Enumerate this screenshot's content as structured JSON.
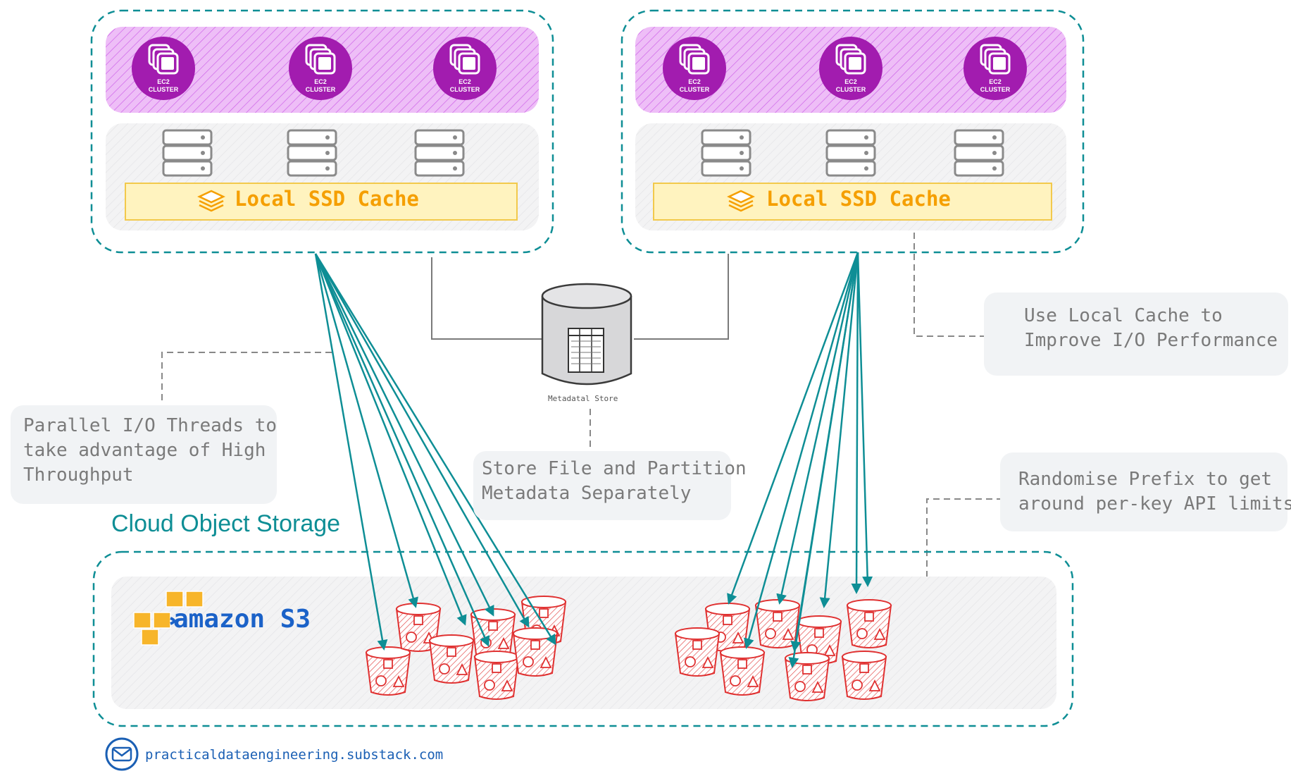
{
  "clusters": [
    {
      "name": "left",
      "nodes": [
        {
          "label_line1": "EC2",
          "label_line2": "CLUSTER"
        },
        {
          "label_line1": "EC2",
          "label_line2": "CLUSTER"
        },
        {
          "label_line1": "EC2",
          "label_line2": "CLUSTER"
        }
      ],
      "cache_label": "Local SSD Cache"
    },
    {
      "name": "right",
      "nodes": [
        {
          "label_line1": "EC2",
          "label_line2": "CLUSTER"
        },
        {
          "label_line1": "EC2",
          "label_line2": "CLUSTER"
        },
        {
          "label_line1": "EC2",
          "label_line2": "CLUSTER"
        }
      ],
      "cache_label": "Local SSD Cache"
    }
  ],
  "metadata_store": {
    "label": "Metadatal Store"
  },
  "notes": {
    "parallel_io": [
      "Parallel I/O Threads to",
      "take advantage of High",
      "Throughput"
    ],
    "local_cache": [
      "Use Local Cache to",
      "Improve I/O Performance"
    ],
    "metadata": [
      "Store File and Partition",
      "Metadata Separately"
    ],
    "prefix": [
      "Randomise Prefix to get",
      "around per-key API limits"
    ]
  },
  "storage": {
    "title": "Cloud Object Storage",
    "brand": "amazon S3"
  },
  "footer": {
    "text": "practicaldataengineering.substack.com"
  },
  "icons": [
    "ec2-cluster-icon",
    "server-rack-icon",
    "layers-icon",
    "database-icon",
    "s3-bucket-icon",
    "amazon-s3-logo",
    "mail-icon"
  ],
  "colors": {
    "teal": "#0e8e95",
    "purple": "#a21caf",
    "cache_yellow": "#fff3bf",
    "cache_orange": "#f59f00",
    "bucket_red": "#e03131",
    "note_bg": "#f1f3f5"
  }
}
